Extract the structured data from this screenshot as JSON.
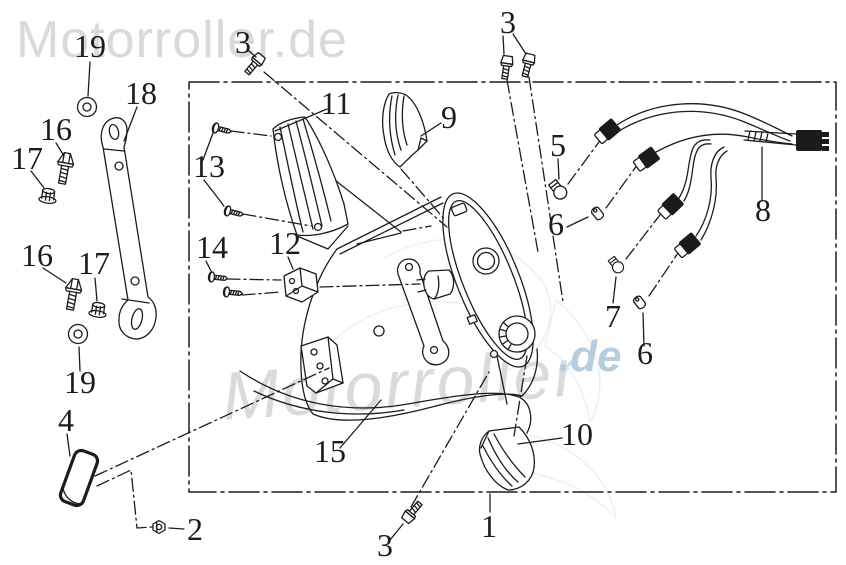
{
  "watermark": {
    "header": "Motorroller.de",
    "diagonal": "Motorroller",
    "suffix": ".de"
  },
  "colors": {
    "line": "#1c1c1c",
    "watermark_gray": "#dadada",
    "watermark_blue": "#b6cde0",
    "background": "#ffffff"
  },
  "callouts": [
    {
      "id": "19-washer-top",
      "label": "19"
    },
    {
      "id": "18-bracket",
      "label": "18"
    },
    {
      "id": "16-bolt-top",
      "label": "16"
    },
    {
      "id": "17-nut-top",
      "label": "17"
    },
    {
      "id": "3-screw-top",
      "label": "3"
    },
    {
      "id": "11-grille",
      "label": "11"
    },
    {
      "id": "9-reflector-upper",
      "label": "9"
    },
    {
      "id": "3-screws-right",
      "label": "3"
    },
    {
      "id": "5-bulb",
      "label": "5"
    },
    {
      "id": "6-socket-upper",
      "label": "6"
    },
    {
      "id": "8-wiring-harness",
      "label": "8"
    },
    {
      "id": "13-screws",
      "label": "13"
    },
    {
      "id": "14-screws",
      "label": "14"
    },
    {
      "id": "12-mount-block",
      "label": "12"
    },
    {
      "id": "7-bulb-small",
      "label": "7"
    },
    {
      "id": "6-socket-lower",
      "label": "6"
    },
    {
      "id": "16-bolt-lower",
      "label": "16"
    },
    {
      "id": "17-nut-lower",
      "label": "17"
    },
    {
      "id": "19-washer-lower",
      "label": "19"
    },
    {
      "id": "4-mudflap",
      "label": "4"
    },
    {
      "id": "2-nut",
      "label": "2"
    },
    {
      "id": "15-rear-fender",
      "label": "15"
    },
    {
      "id": "10-reflector-lower",
      "label": "10"
    },
    {
      "id": "3-screw-bottom",
      "label": "3"
    },
    {
      "id": "1-assembly",
      "label": "1"
    }
  ]
}
